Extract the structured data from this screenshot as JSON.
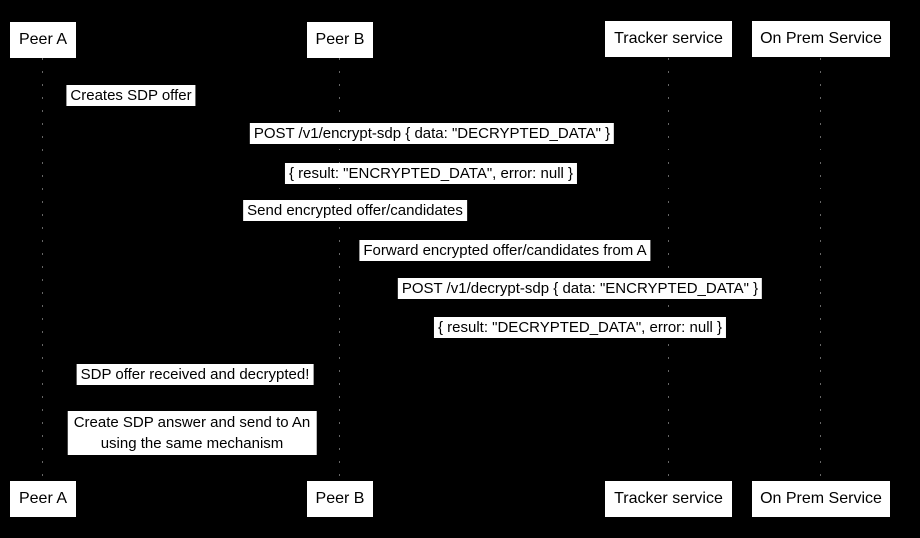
{
  "colors": {
    "background": "#000000",
    "box_background": "#ffffff",
    "text": "#000000"
  },
  "actors": [
    {
      "label": "Peer A"
    },
    {
      "label": "Peer B"
    },
    {
      "label": "Tracker service"
    },
    {
      "label": "On Prem Service"
    }
  ],
  "messages": [
    {
      "label": "Creates SDP offer"
    },
    {
      "label": "POST /v1/encrypt-sdp { data: \"DECRYPTED_DATA\" }"
    },
    {
      "label": "{ result: \"ENCRYPTED_DATA\", error: null }"
    },
    {
      "label": "Send encrypted offer/candidates"
    },
    {
      "label": "Forward encrypted offer/candidates from A"
    },
    {
      "label": "POST /v1/decrypt-sdp { data: \"ENCRYPTED_DATA\" }"
    },
    {
      "label": "{ result: \"DECRYPTED_DATA\", error: null }"
    },
    {
      "label": "SDP offer received and decrypted!"
    }
  ],
  "note": {
    "line1": "Create SDP answer and send to An",
    "line2": "using the same mechanism"
  }
}
